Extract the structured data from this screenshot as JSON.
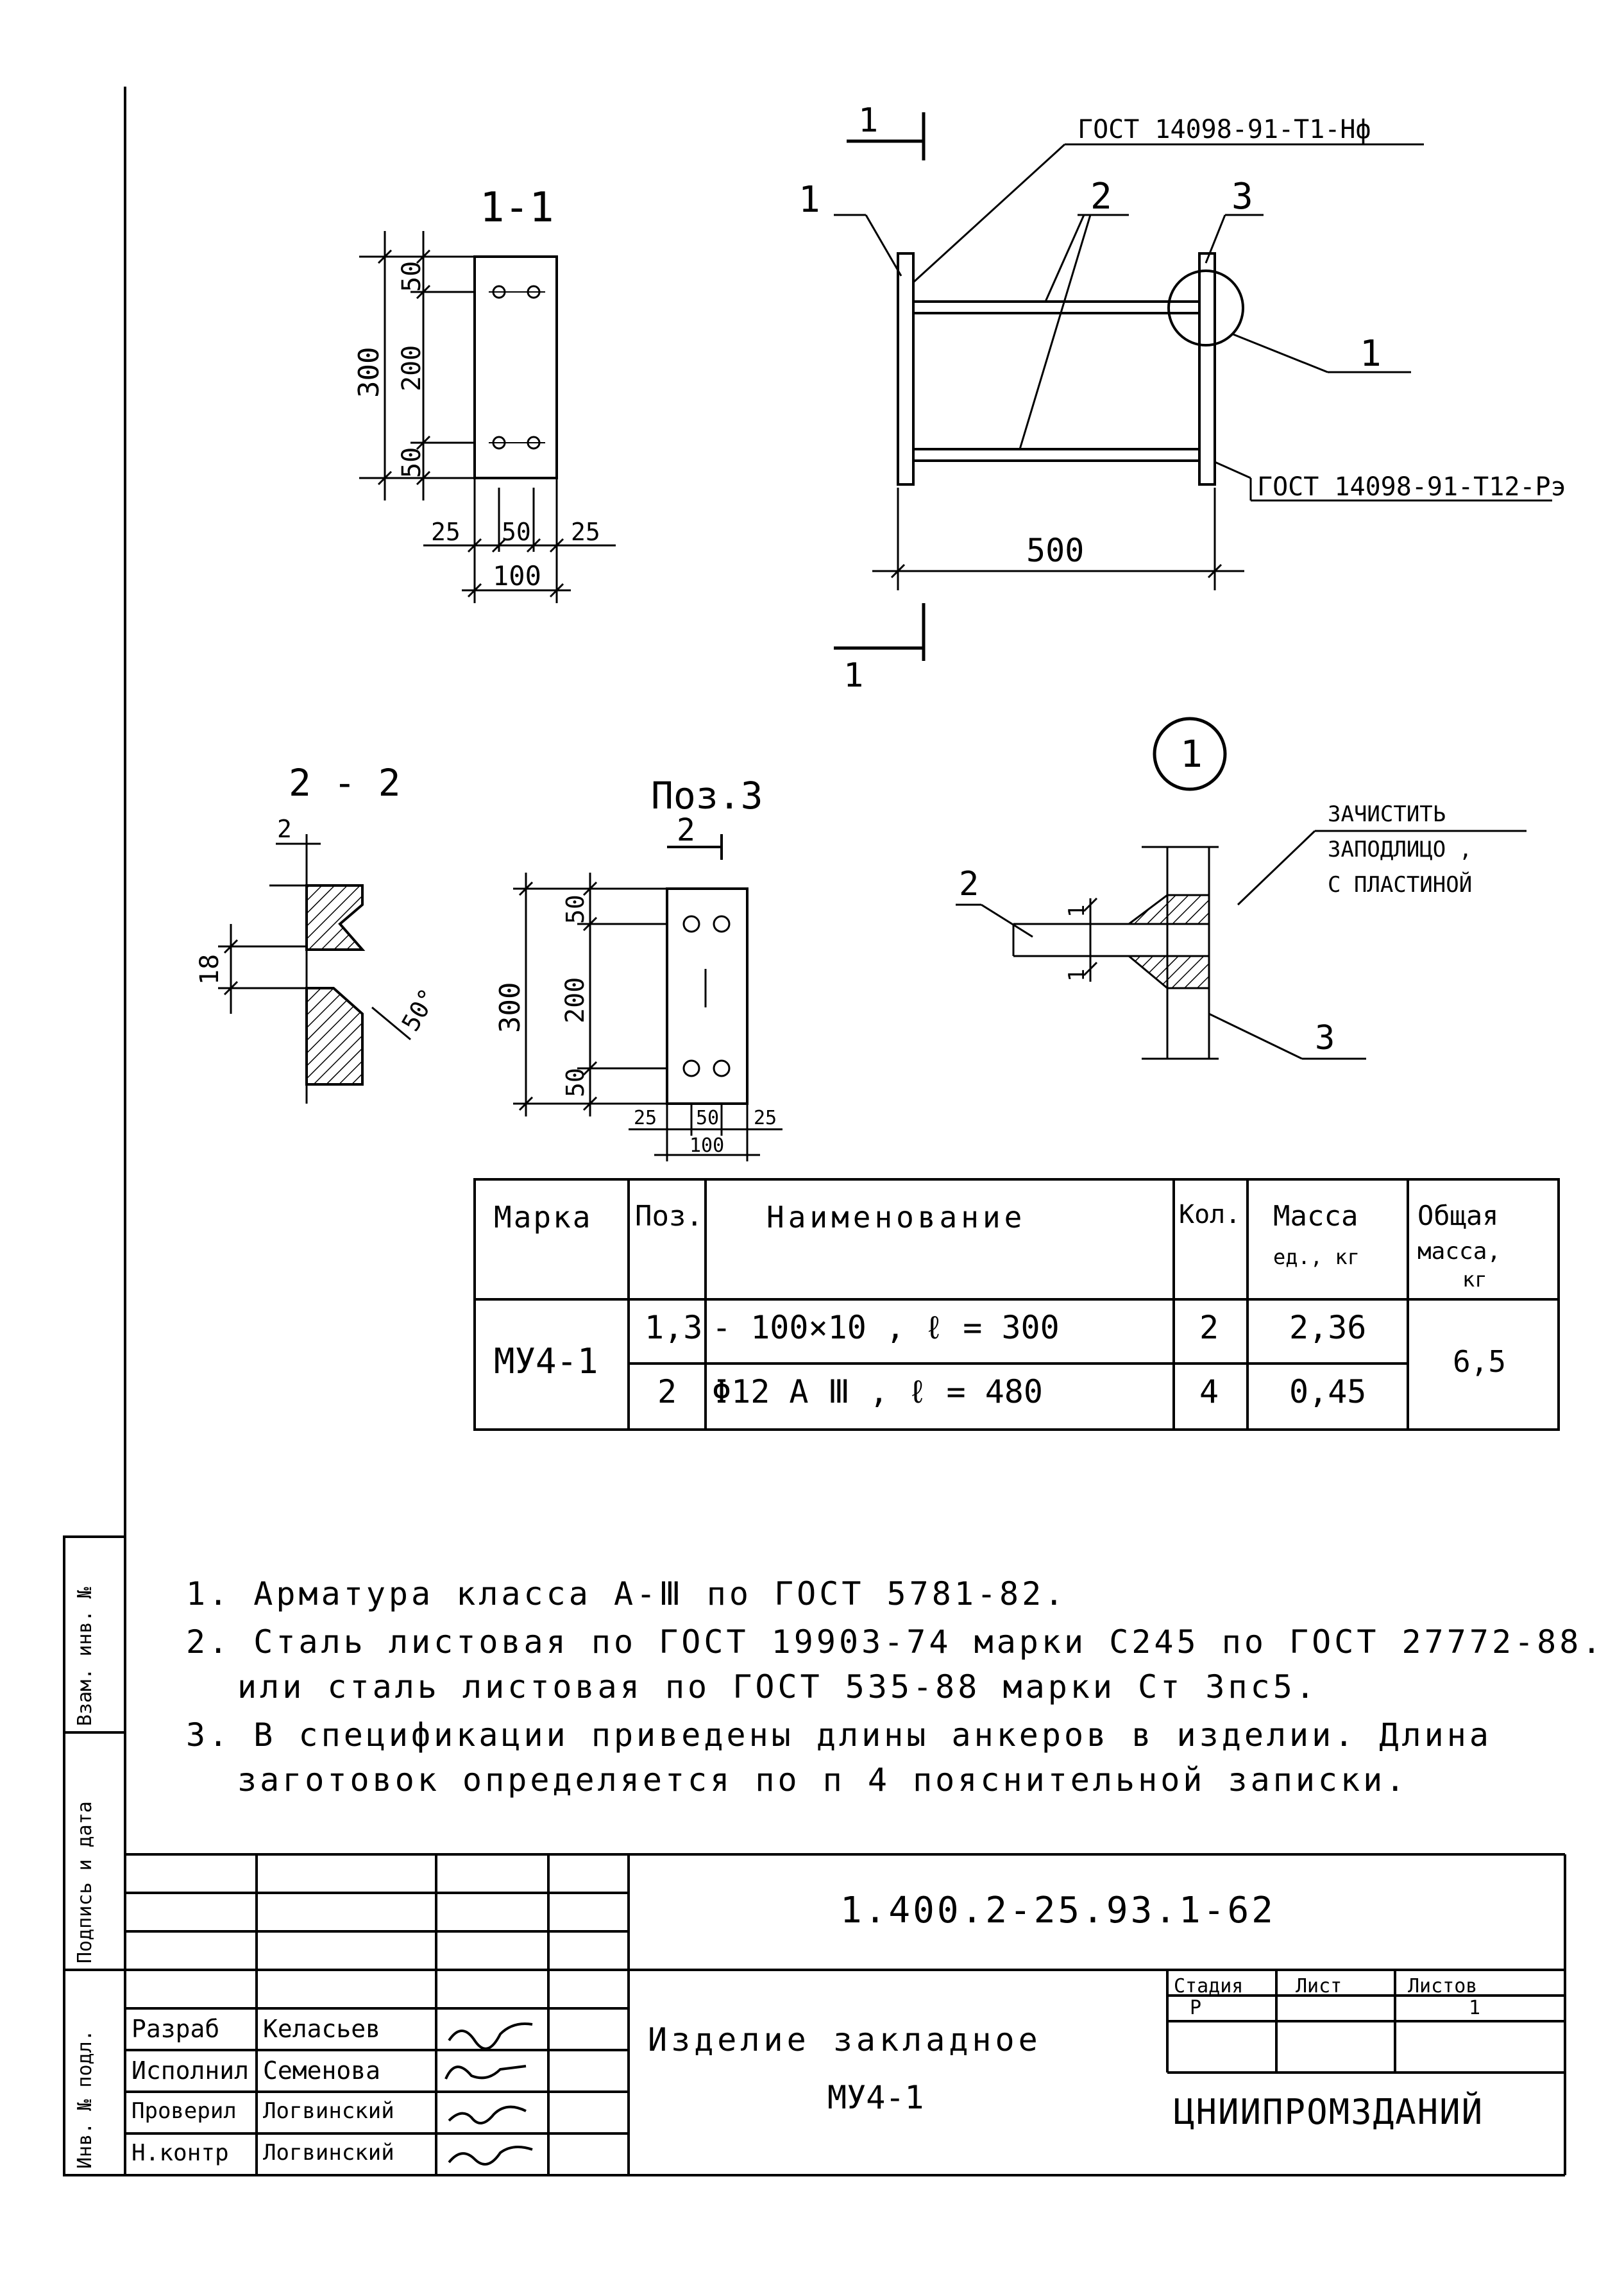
{
  "section_1_1": {
    "title": "1-1",
    "dim_total": "300",
    "dim_top": "50",
    "dim_mid": "200",
    "dim_bot": "50",
    "dim_w_left": "25",
    "dim_w_mid": "50",
    "dim_w_right": "25",
    "dim_w_total": "100"
  },
  "main_view": {
    "section_mark": "1",
    "callout_top": "ГОСТ 14098-91-Т1-Нф",
    "callout_bottom": "ГОСТ 14098-91-Т12-Рэ",
    "pos_1": "1",
    "pos_2": "2",
    "pos_3": "3",
    "detail_ref": "1",
    "dim_length": "500"
  },
  "section_2_2": {
    "title": "2 - 2",
    "dim_small": "2",
    "dim_gap": "18",
    "angle": "50°"
  },
  "pos3_view": {
    "title": "Поз.3",
    "section_mark": "2",
    "dim_total": "300",
    "dim_top": "50",
    "dim_mid": "200",
    "dim_bot": "50",
    "dim_w_left": "25",
    "dim_w_mid": "50",
    "dim_w_right": "25",
    "dim_w_total": "100"
  },
  "detail_1": {
    "circle_label": "1",
    "note_line1": "ЗАЧИСТИТЬ",
    "note_line2": "ЗАПОДЛИЦО ,",
    "note_line3": "С ПЛАСТИНОЙ",
    "pos_2": "2",
    "pos_3": "3",
    "dim_1a": "1",
    "dim_1b": "1"
  },
  "spec_table": {
    "headers": {
      "mark": "Марка",
      "pos": "Поз.",
      "name": "Наименование",
      "qty": "Кол.",
      "mass_unit_1": "Масса",
      "mass_unit_2": "ед., кг",
      "mass_total_1": "Общая",
      "mass_total_2": "масса,",
      "mass_total_3": "кг"
    },
    "mark": "МУ4-1",
    "total_mass": "6,5",
    "rows": [
      {
        "pos": "1,3",
        "name": "- 100×10 ,   ℓ = 300",
        "qty": "2",
        "mass": "2,36"
      },
      {
        "pos": "2",
        "name": "Φ12 А Ⅲ ,   ℓ = 480",
        "qty": "4",
        "mass": "0,45"
      }
    ]
  },
  "notes": [
    "1. Арматура класса А-Ⅲ по ГОСТ 5781-82.",
    "2. Сталь листовая по ГОСТ 19903-74 марки С245 по ГОСТ 27772-88.",
    "или сталь листовая по ГОСТ 535-88 марки Ст 3пс5.",
    "3. В спецификации приведены длины анкеров в изделии. Длина",
    "заготовок определяется по п 4  пояснительной записки."
  ],
  "side_stamp": {
    "vzam": "Взам. инв. №",
    "podpis": "Подпись и дата",
    "inv": "Инв. № подл."
  },
  "title_block": {
    "doc_code": "1.400.2-25.93.1-62",
    "title_line1": "Изделие закладное",
    "title_line2": "МУ4-1",
    "stage_label": "Стадия",
    "sheet_label": "Лист",
    "sheets_label": "Листов",
    "stage": "Р",
    "sheets": "1",
    "org": "ЦНИИПРОМЗДАНИЙ",
    "roles": [
      {
        "role": "Разраб",
        "name": "Келасьев"
      },
      {
        "role": "Исполнил",
        "name": "Семенова"
      },
      {
        "role": "Проверил",
        "name": "Логвинский"
      },
      {
        "role": "Н.контр",
        "name": "Логвинский"
      }
    ]
  }
}
